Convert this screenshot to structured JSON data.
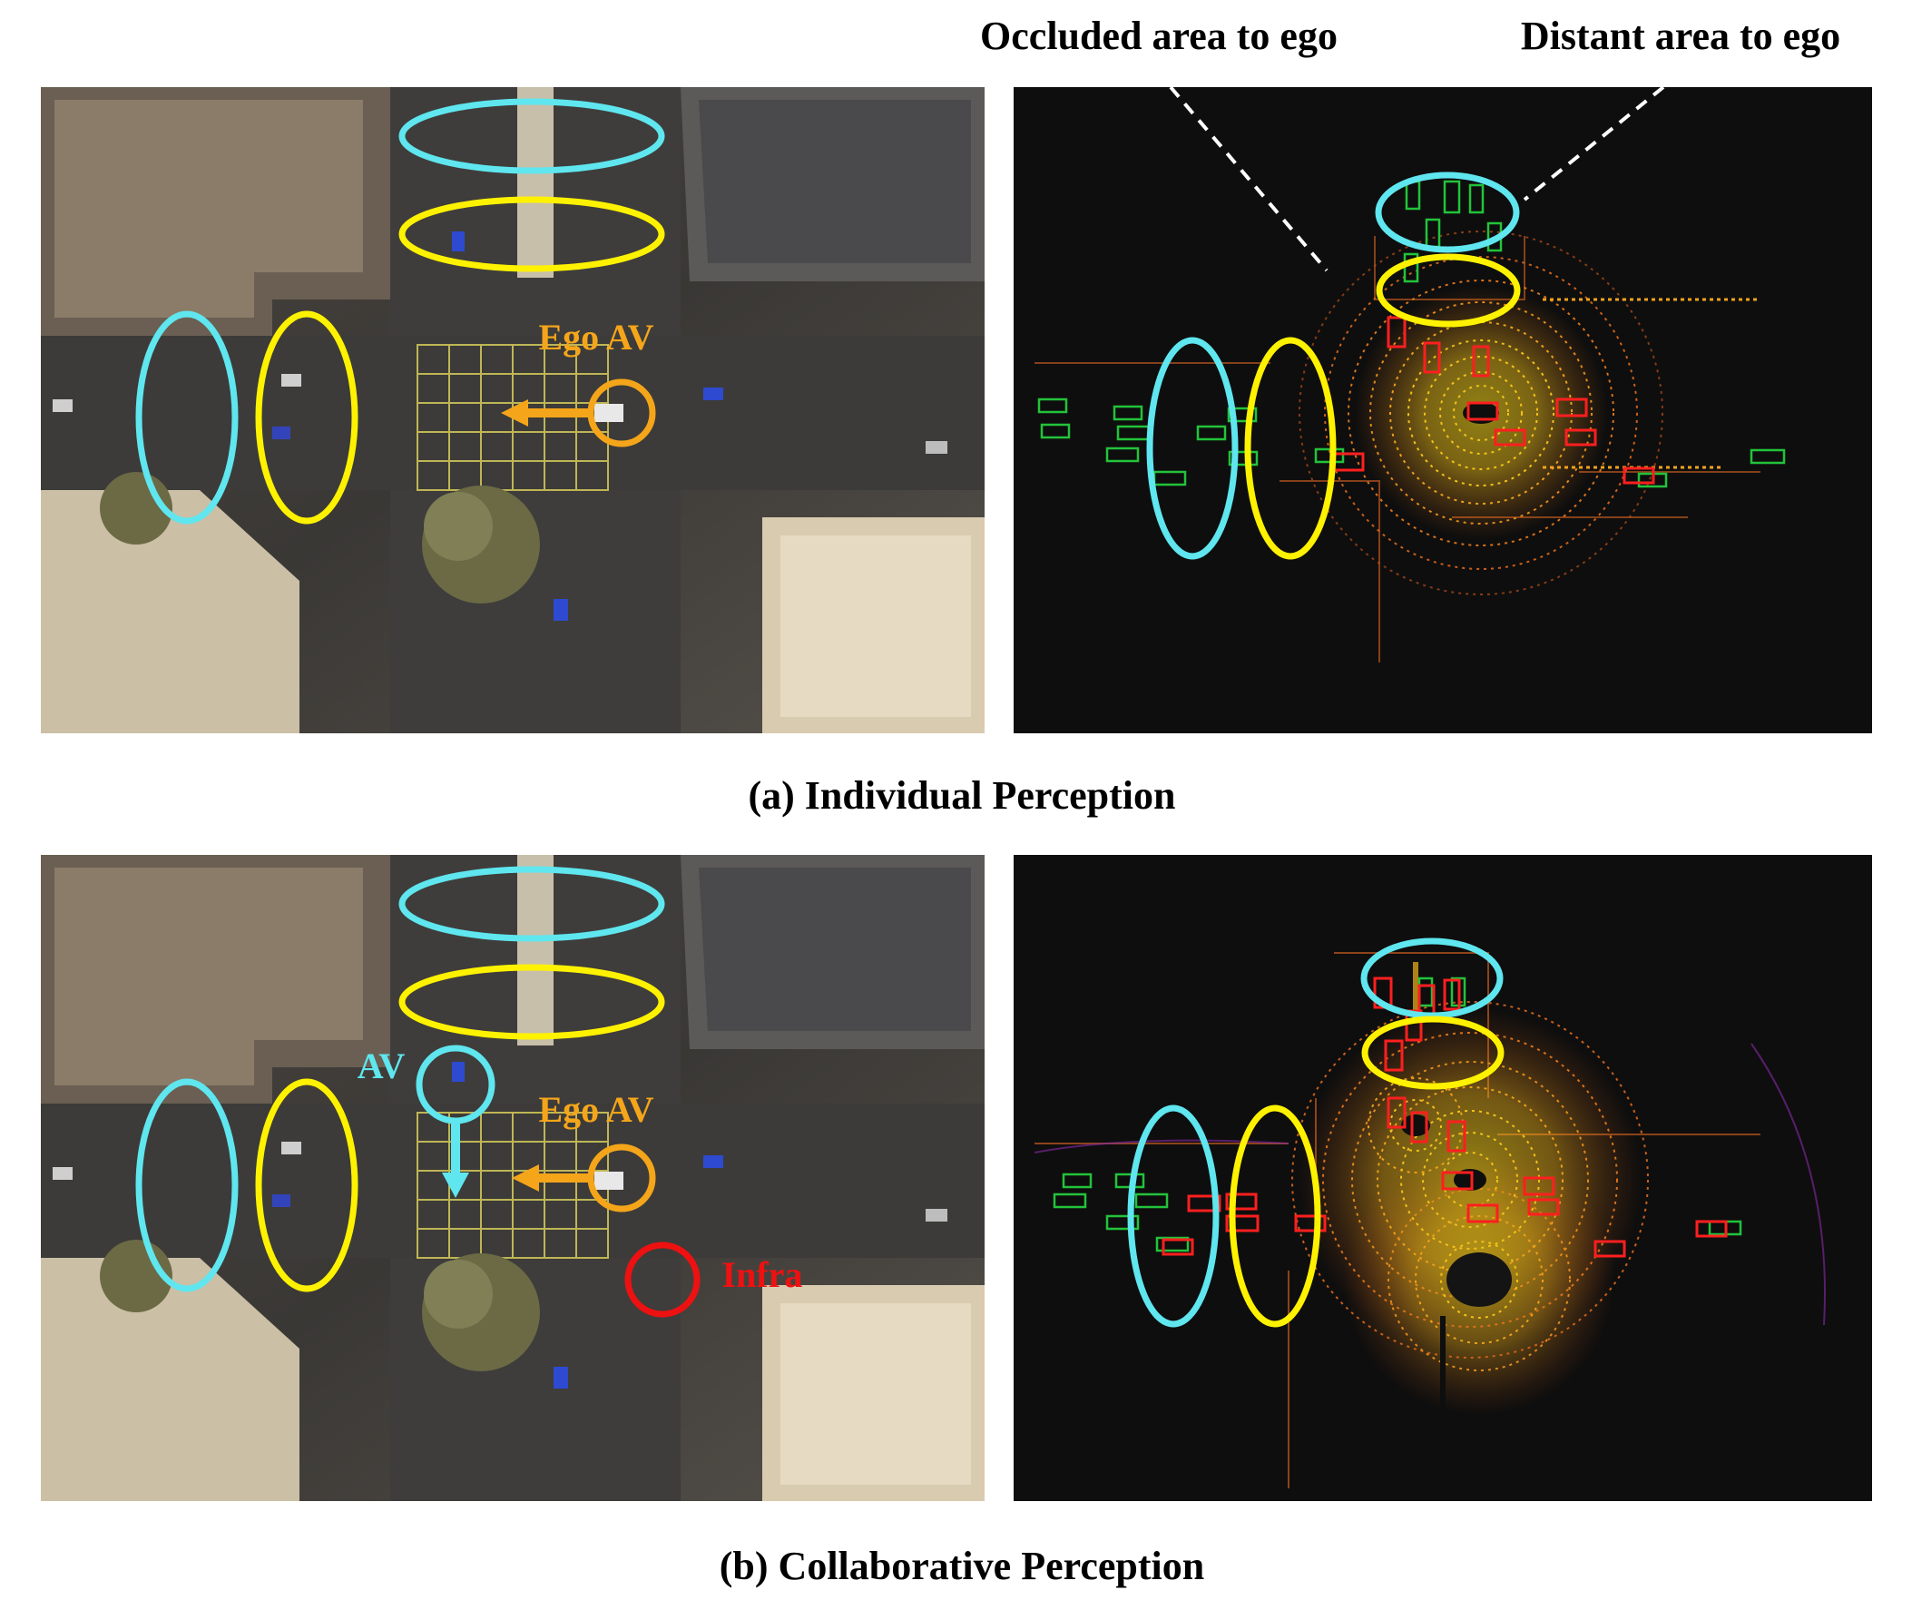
{
  "header": {
    "occluded_label": "Occluded area to ego",
    "distant_label": "Distant area to ego"
  },
  "panel_a": {
    "caption": "(a) Individual Perception",
    "ego_label": "Ego AV"
  },
  "panel_b": {
    "caption": "(b) Collaborative Perception",
    "ego_label": "Ego AV",
    "av_label": "AV",
    "infra_label": "Infra"
  },
  "colors": {
    "cyan": "#5fe6ef",
    "yellow": "#fff200",
    "orange": "#f5a51a",
    "red": "#ee1111",
    "green_box": "#22c33a",
    "red_box": "#ff1f1f",
    "lidar_bg": "#0e0e0e",
    "ego_text": "#f5a51a",
    "av_text": "#5fe6ef",
    "infra_text": "#ee1111"
  }
}
